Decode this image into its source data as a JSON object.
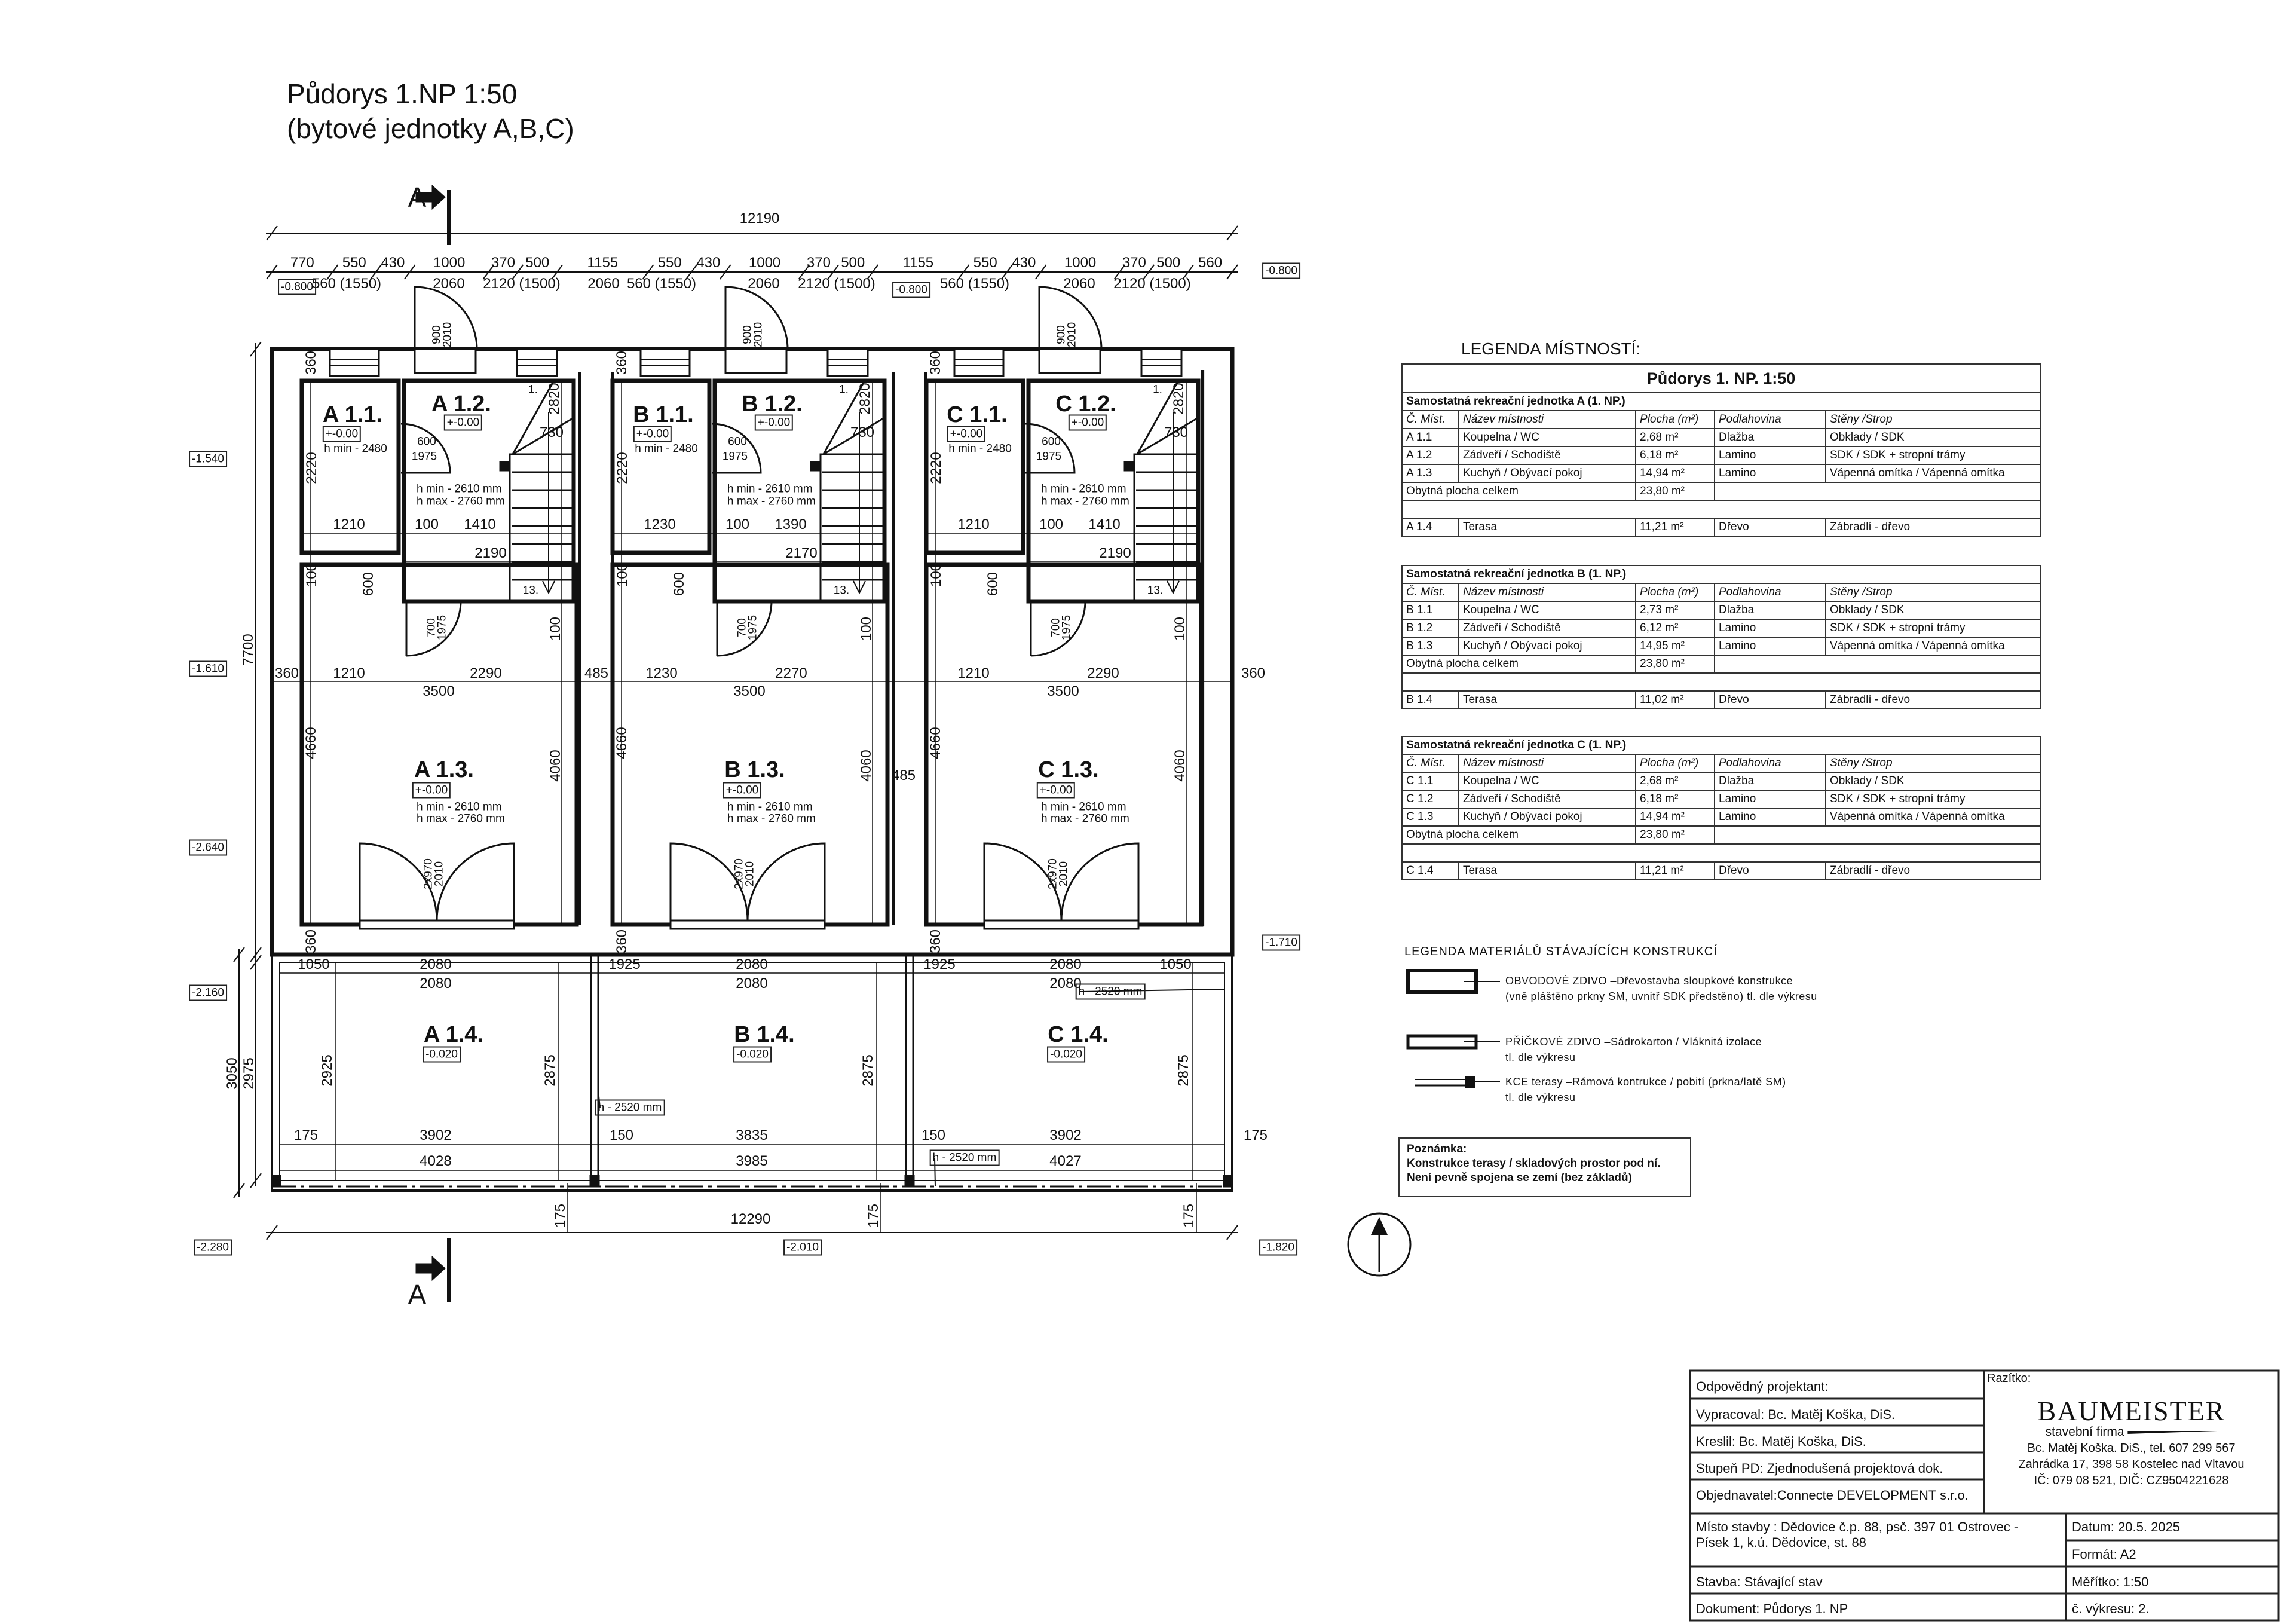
{
  "title": {
    "line1": "Půdorys 1.NP 1:50",
    "line2": "(bytové jednotky A,B,C)"
  },
  "section_marker": {
    "label": "A"
  },
  "plan": {
    "units": [
      {
        "r11": {
          "label": "A 1.1.",
          "level": "+-0.00",
          "h": "h min - 2480"
        },
        "r12": {
          "label": "A 1.2.",
          "level": "+-0.00",
          "hmin": "h min - 2610 mm",
          "hmax": "h max - 2760 mm"
        },
        "r13": {
          "label": "A 1.3.",
          "level": "+-0.00",
          "hmin": "h min - 2610 mm",
          "hmax": "h max - 2760 mm"
        },
        "r14": {
          "label": "A 1.4.",
          "level": "-0.020"
        },
        "dims": {
          "w11": "1210",
          "wall": "100",
          "w12": "1410",
          "w12b": "2190",
          "d3500": "3500"
        }
      },
      {
        "r11": {
          "label": "B 1.1.",
          "level": "+-0.00",
          "h": "h min - 2480"
        },
        "r12": {
          "label": "B 1.2.",
          "level": "+-0.00",
          "hmin": "h min - 2610 mm",
          "hmax": "h max - 2760 mm"
        },
        "r13": {
          "label": "B 1.3.",
          "level": "+-0.00",
          "hmin": "h min - 2610 mm",
          "hmax": "h max - 2760 mm"
        },
        "r14": {
          "label": "B 1.4.",
          "level": "-0.020"
        },
        "dims": {
          "w11": "1230",
          "wall": "100",
          "w12": "1390",
          "w12b": "2170",
          "d3500": "3500"
        }
      },
      {
        "r11": {
          "label": "C 1.1.",
          "level": "+-0.00",
          "h": "h min - 2480"
        },
        "r12": {
          "label": "C 1.2.",
          "level": "+-0.00",
          "hmin": "h min - 2610 mm",
          "hmax": "h max - 2760 mm"
        },
        "r13": {
          "label": "C 1.3.",
          "level": "+-0.00",
          "hmin": "h min - 2610 mm",
          "hmax": "h max - 2760 mm"
        },
        "r14": {
          "label": "C 1.4.",
          "level": "-0.020"
        },
        "dims": {
          "w11": "1210",
          "wall": "100",
          "w12": "1410",
          "w12b": "2190",
          "d3500": "3500"
        }
      }
    ],
    "unit_common_dims": {
      "top_wall": "360",
      "r11_h": "2220",
      "stair_len": "2820",
      "stair_w": "730",
      "step_first": "1.",
      "step_last": "13.",
      "door11_w": "600",
      "door11_h": "1975",
      "v100": "100",
      "v600": "600",
      "door12_w": "700",
      "door12_h": "1975",
      "v100r": "100",
      "v4660": "4660",
      "v4060": "4060",
      "french_w": "2x970",
      "french_h": "2010",
      "v360": "360",
      "entry_w": "900",
      "entry_h": "2010"
    },
    "top_total": "12190",
    "top_row": [
      "770",
      "550",
      "430",
      "1000",
      "370",
      "500",
      "1155",
      "550",
      "430",
      "1000",
      "370",
      "500",
      "1155",
      "550",
      "430",
      "1000",
      "370",
      "500",
      "560"
    ],
    "top_sub": [
      "560 (1550)",
      "2060",
      "2120 (1500)",
      "2060",
      "560 (1550)",
      "2060",
      "2120 (1500)",
      "560 (1550)",
      "2060",
      "2120 (1500)"
    ],
    "mid_row": [
      "360",
      "1210",
      "2290",
      "485",
      "1230",
      "2270",
      "1210",
      "2290",
      "360"
    ],
    "mid_485": "485",
    "left_total": "7700",
    "terrace_left": [
      "3050",
      "2975"
    ],
    "terrace_top": [
      "1050",
      "2080",
      "1925",
      "2080",
      "1925",
      "2080",
      "1050"
    ],
    "terrace_top2": [
      "2080",
      "2080",
      "2080"
    ],
    "terrace_vert": [
      "2925",
      "2875",
      "2875",
      "2875"
    ],
    "terrace_bottom": [
      "175",
      "3902",
      "150",
      "3835",
      "150",
      "3902",
      "175"
    ],
    "terrace_bottom2": [
      "4028",
      "3985",
      "4027"
    ],
    "terrace_heights": [
      "h - 2520 mm",
      "h - 2520 mm",
      "h - 2520 mm"
    ],
    "bottom_175": [
      "175",
      "175",
      "175"
    ],
    "bottom_total": "12290",
    "levels": [
      "-0.800",
      "-0.800",
      "-0.800",
      "-1.540",
      "-1.610",
      "-2.640",
      "-2.160",
      "-2.280",
      "-1.710",
      "-1.820",
      "-2.010"
    ]
  },
  "legend_rooms": {
    "heading": "LEGENDA MÍSTNOSTÍ:",
    "table_title": "Půdorys 1. NP. 1:50",
    "columns": [
      "Č. Míst.",
      "Název místnosti",
      "Plocha (m²)",
      "Podlahovina",
      "Stěny /Strop"
    ],
    "units": [
      {
        "heading": "Samostatná rekreační jednotka A (1. NP.)",
        "rows": [
          [
            "A 1.1",
            "Koupelna / WC",
            "2,68 m²",
            "Dlažba",
            "Obklady / SDK"
          ],
          [
            "A 1.2",
            "Zádveří / Schodiště",
            "6,18 m²",
            "Lamino",
            "SDK / SDK + stropní trámy"
          ],
          [
            "A 1.3",
            "Kuchyň / Obývací pokoj",
            "14,94 m²",
            "Lamino",
            "Vápenná omítka / Vápenná omítka"
          ]
        ],
        "total_label": "Obytná plocha celkem",
        "total": "23,80 m²",
        "terrace": [
          "A 1.4",
          "Terasa",
          "11,21 m²",
          "Dřevo",
          "Zábradlí - dřevo"
        ]
      },
      {
        "heading": "Samostatná rekreační jednotka B (1. NP.)",
        "rows": [
          [
            "B 1.1",
            "Koupelna / WC",
            "2,73 m²",
            "Dlažba",
            "Obklady / SDK"
          ],
          [
            "B 1.2",
            "Zádveří / Schodiště",
            "6,12 m²",
            "Lamino",
            "SDK / SDK + stropní trámy"
          ],
          [
            "B 1.3",
            "Kuchyň / Obývací pokoj",
            "14,95 m²",
            "Lamino",
            "Vápenná omítka / Vápenná omítka"
          ]
        ],
        "total_label": "Obytná plocha celkem",
        "total": "23,80 m²",
        "terrace": [
          "B 1.4",
          "Terasa",
          "11,02 m²",
          "Dřevo",
          "Zábradlí - dřevo"
        ]
      },
      {
        "heading": "Samostatná rekreační jednotka C (1. NP.)",
        "rows": [
          [
            "C 1.1",
            "Koupelna / WC",
            "2,68 m²",
            "Dlažba",
            "Obklady / SDK"
          ],
          [
            "C 1.2",
            "Zádveří / Schodiště",
            "6,18 m²",
            "Lamino",
            "SDK / SDK + stropní trámy"
          ],
          [
            "C 1.3",
            "Kuchyň / Obývací pokoj",
            "14,94 m²",
            "Lamino",
            "Vápenná omítka / Vápenná omítka"
          ]
        ],
        "total_label": "Obytná plocha celkem",
        "total": "23,80 m²",
        "terrace": [
          "C 1.4",
          "Terasa",
          "11,21 m²",
          "Dřevo",
          "Zábradlí - dřevo"
        ]
      }
    ]
  },
  "legend_materials": {
    "heading": "LEGENDA MATERIÁLŮ STÁVAJÍCÍCH KONSTRUKCÍ",
    "items": [
      {
        "line1": "OBVODOVÉ ZDIVO –Dřevostavba sloupkové konstrukce",
        "line2": "(vně pláštěno prkny SM, uvnitř SDK předstěno) tl. dle výkresu"
      },
      {
        "line1": "PŘÍČKOVÉ ZDIVO –Sádrokarton / Vláknitá izolace",
        "line2": "tl. dle výkresu"
      },
      {
        "line1": "KCE terasy –Rámová kontrukce / pobití (prkna/latě SM)",
        "line2": "tl. dle výkresu"
      }
    ]
  },
  "note": {
    "heading": "Poznámka:",
    "line1": "Konstrukce terasy / skladových prostor pod ní.",
    "line2": "Není pevně spojena se zemí (bez základů)"
  },
  "title_block": {
    "responsible": "Odpovědný projektant:",
    "prepared": "Vypracoval: Bc. Matěj Koška, DiS.",
    "drawn": "Kreslil: Bc. Matěj Koška, DiS.",
    "stage": "Stupeň PD: Zjednodušená projektová dok.",
    "client": "Objednavatel:Connecte DEVELOPMENT s.r.o.",
    "site1": "Místo stavby : Dědovice č.p. 88, psč. 397 01 Ostrovec -",
    "site2": "Písek 1,  k.ú. Dědovice, st. 88",
    "building": "Stavba: Stávající stav",
    "document": "Dokument: Půdorys 1. NP",
    "date": "Datum:  20.5. 2025",
    "format": "Formát:  A2",
    "scale": "Měřítko:  1:50",
    "drawing_no": "č. výkresu: 2.",
    "stamp_label": "Razítko:",
    "stamp": {
      "brand": "BAUMEISTER",
      "sub": "stavební firma",
      "line1": "Bc. Matěj Koška. DiS., tel. 607 299 567",
      "line2": "Zahrádka 17, 398 58 Kostelec nad Vltavou",
      "line3": "IČ: 079 08 521, DIČ: CZ9504221628"
    }
  }
}
